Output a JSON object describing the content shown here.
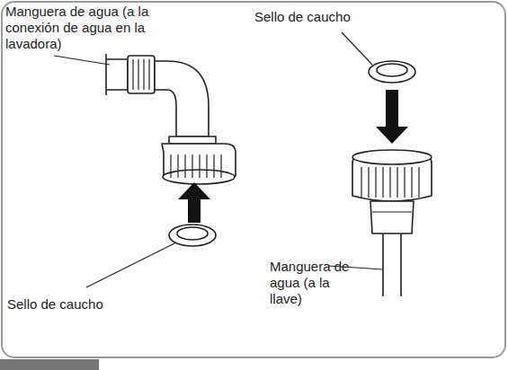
{
  "diagram": {
    "labels": [
      "Manguera de agua (a la conexión de agua en la lavadora)",
      "Sello de caucho",
      "Sello de caucho",
      "Manguera de agua (a la llave)"
    ]
  }
}
